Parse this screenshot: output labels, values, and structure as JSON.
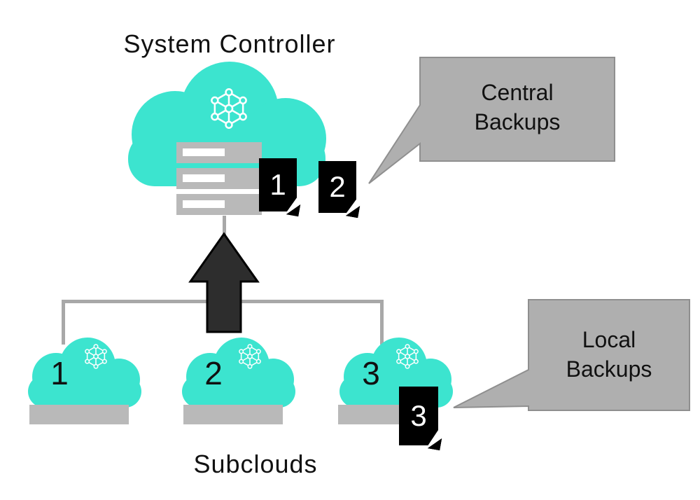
{
  "diagram": {
    "title": "System Controller",
    "subclouds_label": "Subclouds",
    "callouts": {
      "central": "Central Backups",
      "local": "Local Backups"
    },
    "documents": {
      "central": [
        {
          "label": "1"
        },
        {
          "label": "2"
        }
      ],
      "local": {
        "label": "3"
      }
    },
    "subclouds": [
      {
        "label": "1"
      },
      {
        "label": "2"
      },
      {
        "label": "3"
      }
    ],
    "icons": {
      "network": "network-icon",
      "server": "server-bar",
      "document": "backup-document"
    },
    "colors": {
      "cloud": "#3ce4cf",
      "server_gray": "#b9b9b9",
      "callout_gray": "#afafaf",
      "connector_gray": "#a8a8a8",
      "arrow_dark": "#2d2d2d",
      "document_black": "#000000"
    }
  }
}
